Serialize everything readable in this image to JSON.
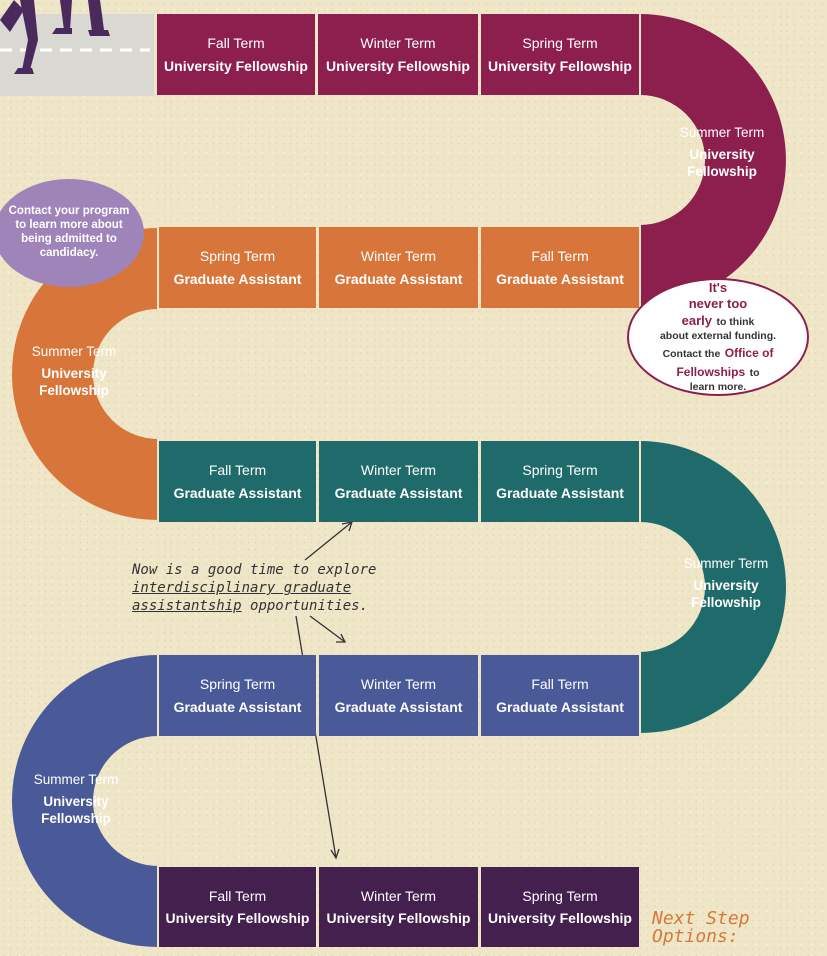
{
  "colors": {
    "row1": "#8c1f4d",
    "row2": "#d8753a",
    "row3": "#1f6b6b",
    "row4": "#4a5a98",
    "row5": "#44204f",
    "bubble": "#9e84b8",
    "road": "#d9d8d2",
    "figure": "#4a2a5c"
  },
  "rows": [
    {
      "tiles": [
        {
          "term": "Fall Term",
          "role": "University Fellowship"
        },
        {
          "term": "Winter Term",
          "role": "University Fellowship"
        },
        {
          "term": "Spring Term",
          "role": "University Fellowship"
        }
      ]
    },
    {
      "tiles": [
        {
          "term": "Spring Term",
          "role": "Graduate Assistant"
        },
        {
          "term": "Winter Term",
          "role": "Graduate Assistant"
        },
        {
          "term": "Fall Term",
          "role": "Graduate Assistant"
        }
      ]
    },
    {
      "tiles": [
        {
          "term": "Fall Term",
          "role": "Graduate Assistant"
        },
        {
          "term": "Winter Term",
          "role": "Graduate Assistant"
        },
        {
          "term": "Spring Term",
          "role": "Graduate Assistant"
        }
      ]
    },
    {
      "tiles": [
        {
          "term": "Spring Term",
          "role": "Graduate Assistant"
        },
        {
          "term": "Winter Term",
          "role": "Graduate Assistant"
        },
        {
          "term": "Fall Term",
          "role": "Graduate Assistant"
        }
      ]
    },
    {
      "tiles": [
        {
          "term": "Fall Term",
          "role": "University Fellowship"
        },
        {
          "term": "Winter Term",
          "role": "University Fellowship"
        },
        {
          "term": "Spring Term",
          "role": "University Fellowship"
        }
      ]
    }
  ],
  "curves": [
    {
      "term": "Summer Term",
      "role": "University Fellowship"
    },
    {
      "term": "Summer Term",
      "role": "University Fellowship"
    },
    {
      "term": "Summer Term",
      "role": "University Fellowship"
    },
    {
      "term": "Summer Term",
      "role": "University Fellowship"
    }
  ],
  "bubble_text": "Contact your program to learn more about being admitted to candidacy.",
  "funding_note": {
    "line1": "It's",
    "line2": "never too",
    "line3": "early",
    "line3_rest": "to think",
    "line4": "about external funding.",
    "line5": "Contact the",
    "office": "Office of Fellowships",
    "line6_rest": "to",
    "line7": "learn more."
  },
  "hand_note": {
    "line1": "Now is a good time to explore",
    "link": "interdisciplinary graduate assistantship",
    "line3_rest": "opportunities."
  },
  "next_step": "Next Step Options:"
}
